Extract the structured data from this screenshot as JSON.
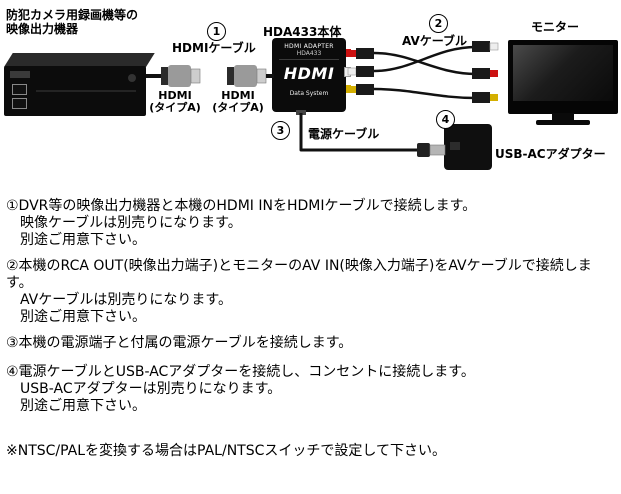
{
  "colors": {
    "rca_red": "#cc1111",
    "rca_white": "#eeeeee",
    "rca_yellow": "#d4af00",
    "cable_black": "#111111"
  },
  "diagram": {
    "source_label": "防犯カメラ用録画機等の\n映像出力機器",
    "steps": {
      "s1": "1",
      "s2": "2",
      "s3": "3",
      "s4": "4"
    },
    "hdmi_cable_label": "HDMIケーブル",
    "hdmi_connector_left_label": "HDMI\n(タイプA)",
    "hdmi_connector_right_label": "HDMI\n(タイプA)",
    "device_title": "HDA433本体",
    "device_face": {
      "line1": "HDMI ADAPTER",
      "line2": "HDA433",
      "logo": "HDMI",
      "brand": "Data System"
    },
    "av_cable_label": "AVケーブル",
    "monitor_label": "モニター",
    "power_cable_label": "電源ケーブル",
    "usb_ac_label": "USB-ACアダプター"
  },
  "instructions": [
    {
      "lines": [
        "①DVR等の映像出力機器と本機のHDMI INをHDMIケーブルで接続します。",
        "映像ケーブルは別売りになります。",
        "別途ご用意下さい。"
      ]
    },
    {
      "lines": [
        "②本機のRCA OUT(映像出力端子)とモニターのAV IN(映像入力端子)をAVケーブルで接続します。",
        "AVケーブルは別売りになります。",
        "別途ご用意下さい。"
      ]
    },
    {
      "lines": [
        "③本機の電源端子と付属の電源ケーブルを接続します。"
      ]
    },
    {
      "lines": [
        "④電源ケーブルとUSB-ACアダプターを接続し、コンセントに接続します。",
        "USB-ACアダプターは別売りになります。",
        "別途ご用意下さい。"
      ]
    }
  ],
  "note": "※NTSC/PALを変換する場合はPAL/NTSCスイッチで設定して下さい。"
}
